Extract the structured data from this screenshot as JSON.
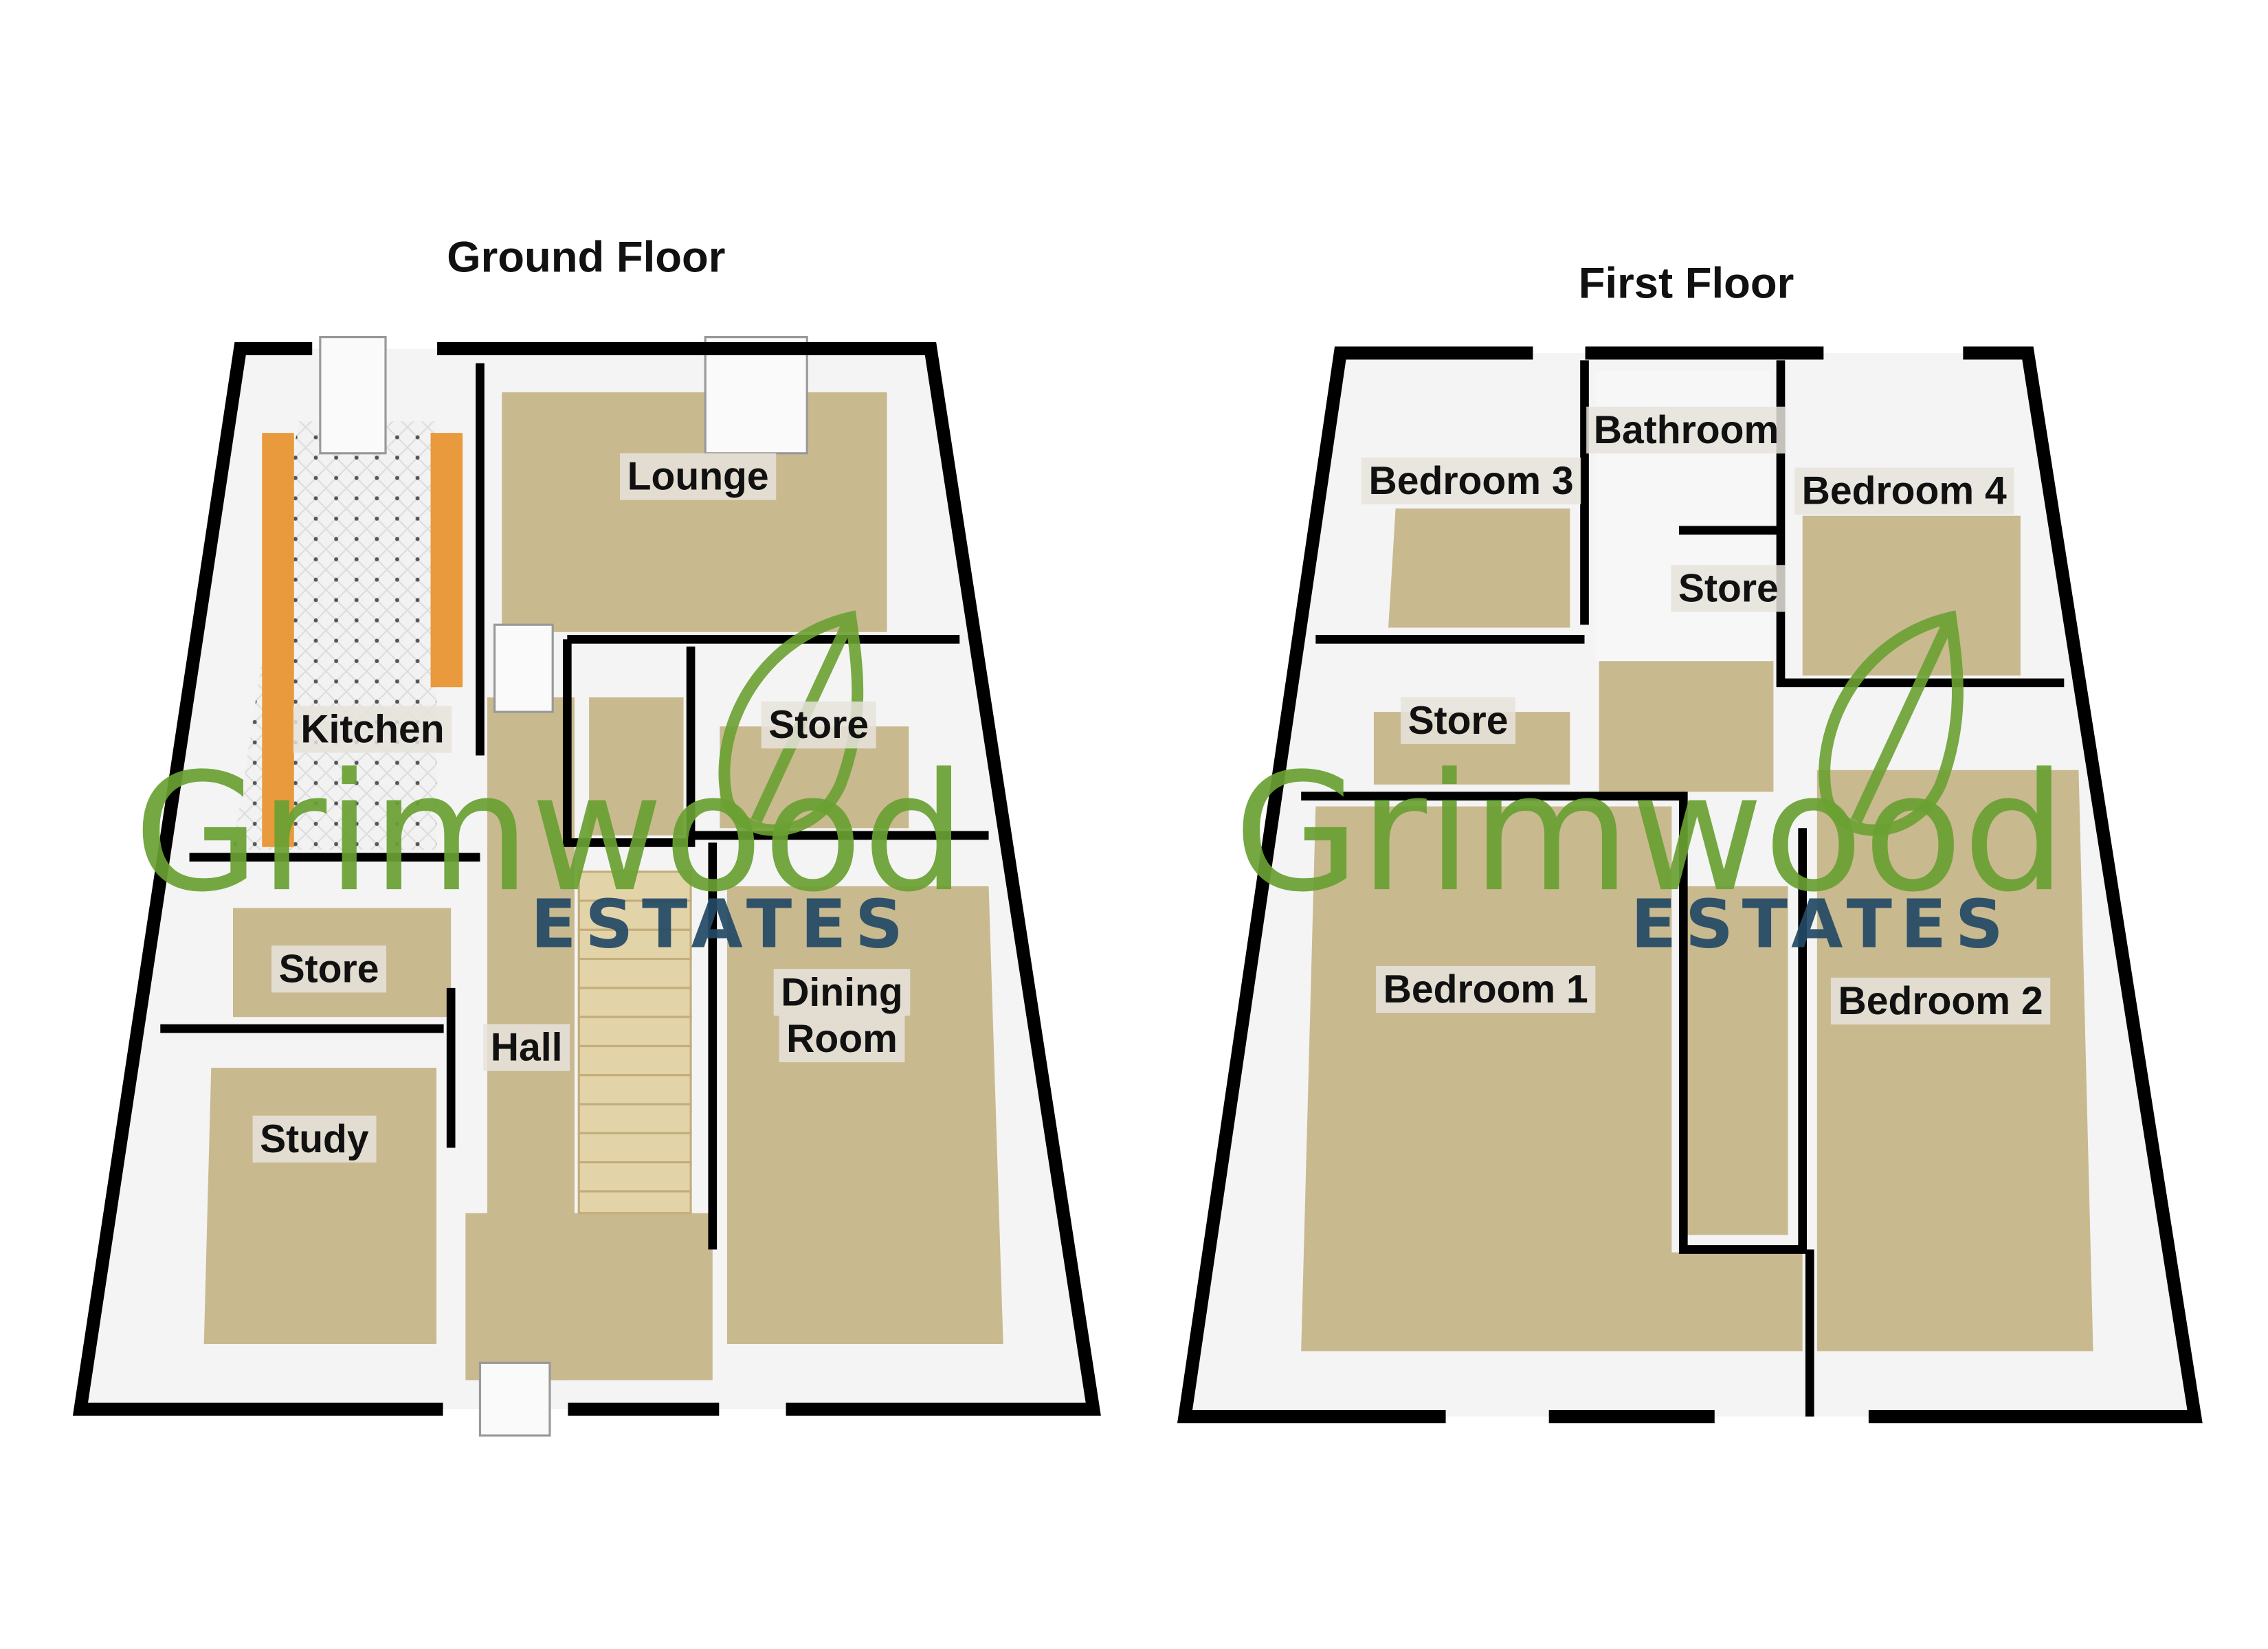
{
  "ground_floor": {
    "title": "Ground Floor",
    "rooms": {
      "lounge": "Lounge",
      "kitchen": "Kitchen",
      "store_right": "Store",
      "store_left": "Store",
      "hall": "Hall",
      "study": "Study",
      "dining_line1": "Dining",
      "dining_line2": "Room"
    }
  },
  "first_floor": {
    "title": "First Floor",
    "rooms": {
      "bedroom3": "Bedroom 3",
      "bathroom": "Bathroom",
      "bedroom4": "Bedroom 4",
      "store_upper": "Store",
      "store_left": "Store",
      "bedroom1": "Bedroom 1",
      "bedroom2": "Bedroom 2"
    }
  },
  "watermark": {
    "brand": "Grimwood",
    "sub": "ESTATES"
  },
  "colors": {
    "brand_green": "#6aa132",
    "brand_blue": "#234a66",
    "carpet": "#c9b98f"
  }
}
